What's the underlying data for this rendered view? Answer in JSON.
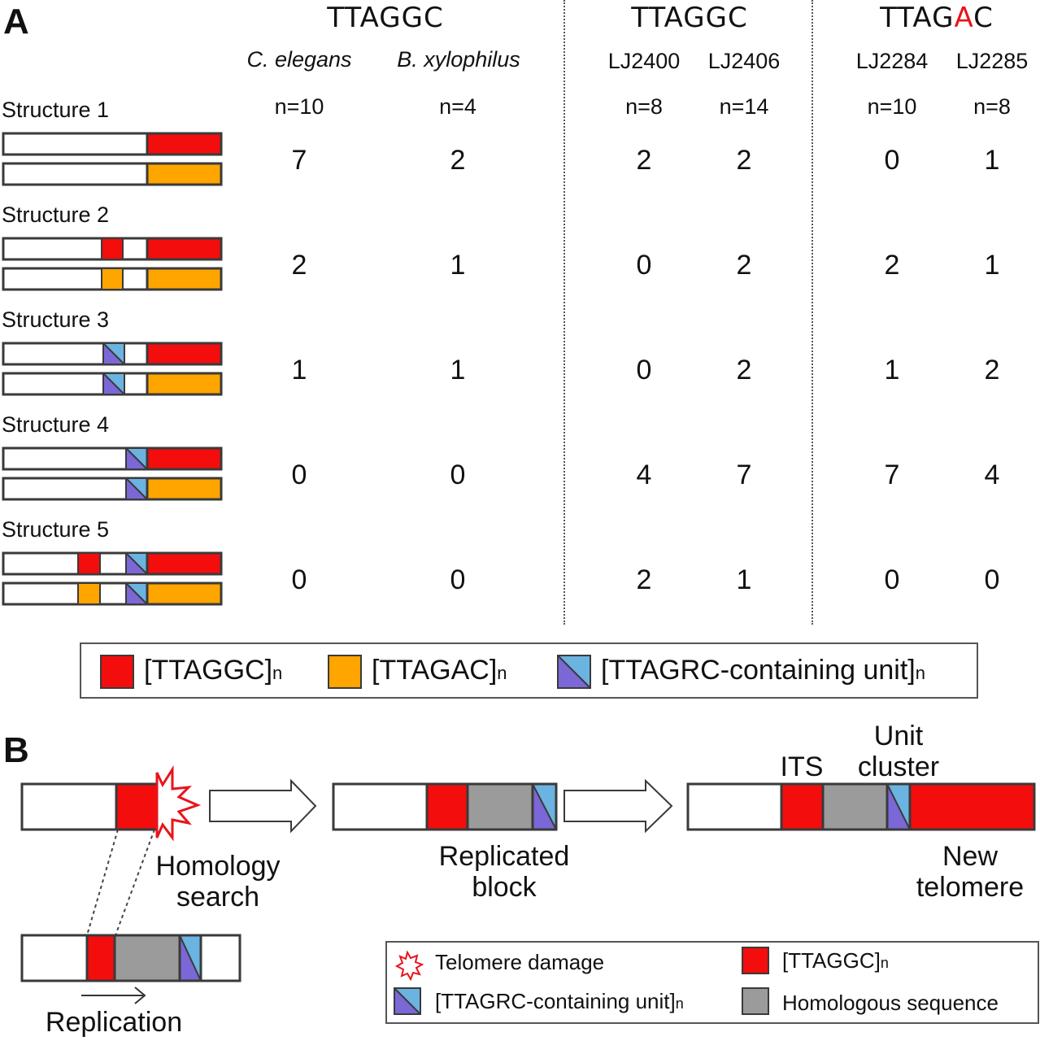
{
  "panel_a": {
    "label": "A",
    "groups": [
      {
        "prefix": "TTAGGC",
        "highlight": "",
        "suffix": ""
      },
      {
        "prefix": "TTAGGC",
        "highlight": "",
        "suffix": ""
      },
      {
        "prefix": "TTAG",
        "highlight": "A",
        "suffix": "C"
      }
    ],
    "highlight_color": "#e8141b",
    "columns": [
      {
        "name": "C. elegans",
        "italic": true,
        "n": "n=10"
      },
      {
        "name": "B. xylophilus",
        "italic": true,
        "n": "n=4"
      },
      {
        "name": "LJ2400",
        "italic": false,
        "n": "n=8"
      },
      {
        "name": "LJ2406",
        "italic": false,
        "n": "n=14"
      },
      {
        "name": "LJ2284",
        "italic": false,
        "n": "n=10"
      },
      {
        "name": "LJ2285",
        "italic": false,
        "n": "n=8"
      }
    ],
    "structures": [
      {
        "title": "Structure 1",
        "counts": [
          "7",
          "2",
          "2",
          "2",
          "0",
          "1"
        ]
      },
      {
        "title": "Structure 2",
        "counts": [
          "2",
          "1",
          "0",
          "2",
          "2",
          "1"
        ]
      },
      {
        "title": "Structure 3",
        "counts": [
          "1",
          "1",
          "0",
          "2",
          "1",
          "2"
        ]
      },
      {
        "title": "Structure 4",
        "counts": [
          "0",
          "0",
          "4",
          "7",
          "7",
          "4"
        ]
      },
      {
        "title": "Structure 5",
        "counts": [
          "0",
          "0",
          "2",
          "1",
          "0",
          "0"
        ]
      }
    ],
    "legend": [
      {
        "label": "[TTAGGC]",
        "sub": "n",
        "swatch": "ttaggc"
      },
      {
        "label": "[TTAGAC]",
        "sub": "n",
        "swatch": "ttagac"
      },
      {
        "label": "[TTAGRC-containing unit]",
        "sub": "n",
        "swatch": "unit"
      }
    ]
  },
  "panel_b": {
    "label": "B",
    "homology_search": [
      "Homology",
      "search"
    ],
    "replication": "Replication",
    "replicated_block": [
      "Replicated",
      "block"
    ],
    "its": "ITS",
    "unit_cluster": [
      "Unit",
      "cluster"
    ],
    "new_telomere": [
      "New",
      "telomere"
    ],
    "legend": [
      {
        "label": "Telomere damage",
        "swatch": "damage"
      },
      {
        "label": "[TTAGGC]",
        "sub": "n",
        "swatch": "ttaggc"
      },
      {
        "label": "[TTAGRC-containing unit]",
        "sub": "n",
        "swatch": "unit"
      },
      {
        "label": "Homologous sequence",
        "swatch": "homologous"
      }
    ]
  },
  "colors": {
    "ttaggc": "#f30d0d",
    "ttagac": "#ffa500",
    "unit_dark": "#7b68d6",
    "unit_light": "#6bb3e0",
    "homologous": "#9b9b9b",
    "outline": "#3a3a3a",
    "damage": "#e8141b"
  }
}
